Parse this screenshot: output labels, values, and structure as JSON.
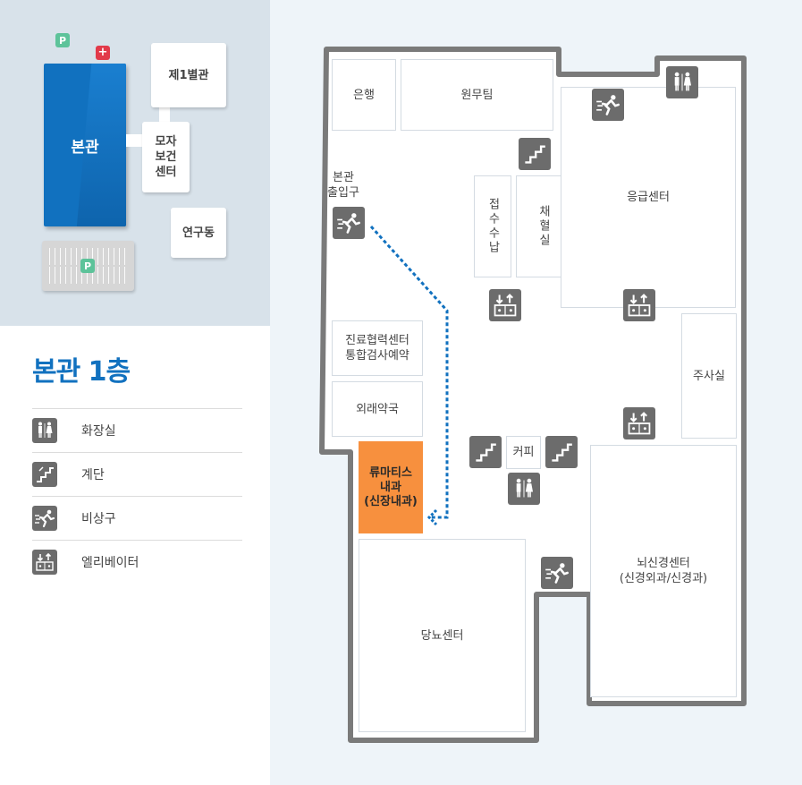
{
  "site_map": {
    "main_building": "본관",
    "annex1": "제1별관",
    "maternal_center": "모자\n보건\n센터",
    "research_building": "연구동",
    "parking_badge_top": "P",
    "parking_badge_lot": "P",
    "hospital_badge": "+"
  },
  "floor_title": "본관 1층",
  "legend": [
    {
      "icon": "restroom-icon",
      "label": "화장실"
    },
    {
      "icon": "stairs-icon",
      "label": "계단"
    },
    {
      "icon": "emergency-exit-icon",
      "label": "비상구"
    },
    {
      "icon": "elevator-icon",
      "label": "엘리베이터"
    }
  ],
  "rooms": {
    "bank": "은행",
    "admin": "원무팀",
    "entrance": "본관\n출입구",
    "reception": "접수수납",
    "blood_draw": "채혈실",
    "emergency": "응급센터",
    "cooperation": "진료협력센터\n통합검사예약",
    "pharmacy": "외래약국",
    "rheumatology": "류마티스\n내과\n(신장내과)",
    "coffee": "커피",
    "injection": "주사실",
    "neuro": "뇌신경센터\n(신경외과/신경과)",
    "diabetes": "당뇨센터"
  },
  "colors": {
    "accent": "#1171bf",
    "highlight_room": "#f7903e",
    "route": "#1171bf",
    "icon_bg": "#6c6c6c",
    "map_bg": "#eef4f9",
    "site_bg": "#d8e2ea"
  }
}
